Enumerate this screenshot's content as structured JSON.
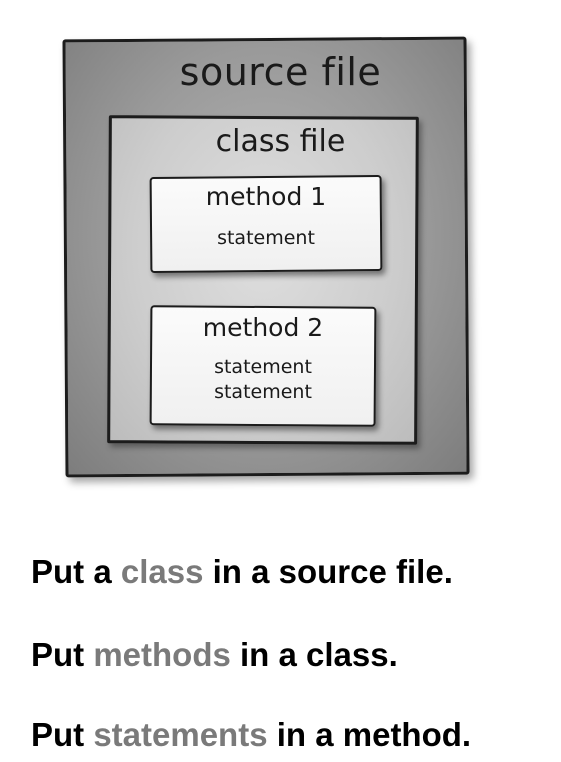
{
  "diagram": {
    "source_file_label": "source file",
    "class_file_label": "class file",
    "methods": [
      {
        "label": "method 1",
        "statements": [
          "statement"
        ]
      },
      {
        "label": "method 2",
        "statements": [
          "statement",
          "statement"
        ]
      }
    ]
  },
  "captions": [
    {
      "prefix": "Put a ",
      "highlight": "class",
      "suffix": " in a source file."
    },
    {
      "prefix": "Put ",
      "highlight": "methods",
      "suffix": " in a class."
    },
    {
      "prefix": "Put ",
      "highlight": "statements",
      "suffix": " in a method."
    }
  ],
  "colors": {
    "highlight": "#7a7a7a",
    "text": "#000000"
  }
}
